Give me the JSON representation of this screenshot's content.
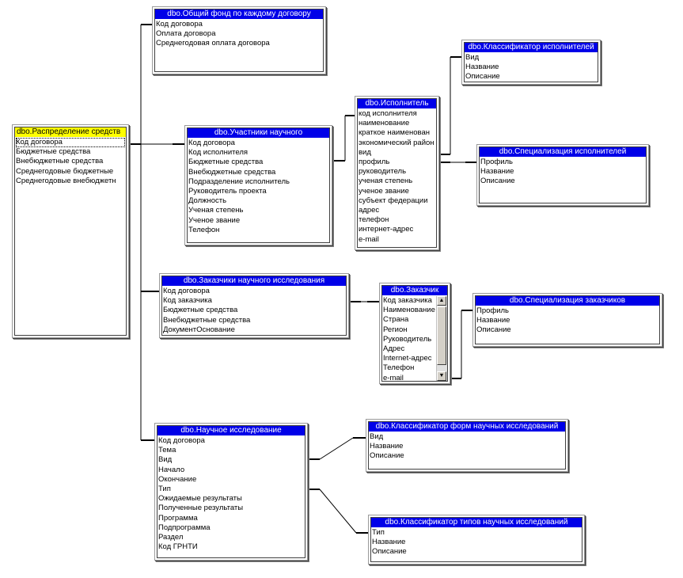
{
  "colors": {
    "title_blue": "#0000e8",
    "title_yellow": "#ffff00",
    "line": "#000000"
  },
  "tables": {
    "raspredelenie": {
      "title": "dbo.Распределение средств",
      "fields": [
        "Код договора",
        "Бюджетные средства",
        "Внебюджетные средства",
        "Среднегодовые бюджетные",
        "Среднегодовые внебюджетн"
      ]
    },
    "obshchiy_fond": {
      "title": "dbo.Общий фонд по каждому договору",
      "fields": [
        "Код договора",
        "Оплата договора",
        "Среднегодовая оплата договора"
      ]
    },
    "uchastniki": {
      "title": "dbo.Участники научного",
      "fields": [
        "Код договора",
        "Код исполнителя",
        "Бюджетные средства",
        "Внебюджетные средства",
        "Подразделение исполнитель",
        "Руководитель проекта",
        "Должность",
        "Ученая степень",
        "Ученое звание",
        "Телефон"
      ]
    },
    "ispolnitel": {
      "title": "dbo.Исполнитель",
      "fields": [
        "код исполнителя",
        "наименование",
        "краткое наименован",
        "экономический район",
        "вид",
        "профиль",
        "руководитель",
        "ученая степень",
        "ученое звание",
        "субъект федерации",
        "адрес",
        "телефон",
        "интернет-адрес",
        "e-mail"
      ]
    },
    "klassifikator_ispolniteley": {
      "title": "dbo.Классификатор исполнителей",
      "fields": [
        "Вид",
        "Название",
        "Описание"
      ]
    },
    "specializaciya_ispolniteley": {
      "title": "dbo.Специализация исполнителей",
      "fields": [
        "Профиль",
        "Название",
        "Описание"
      ]
    },
    "zakazchiki": {
      "title": "dbo.Заказчики научного исследования",
      "fields": [
        "Код договора",
        "Код заказчика",
        "Бюджетные средства",
        "Внебюджетные средства",
        "ДокументОснование"
      ]
    },
    "zakazchik": {
      "title": "dbo.Заказчик",
      "fields": [
        "Код заказчика",
        "Наименование",
        "Страна",
        "Регион",
        "Руководитель",
        "Адрес",
        "Internet-адрес",
        "Телефон",
        "e-mail"
      ]
    },
    "specializaciya_zakazchikov": {
      "title": "dbo.Специализация заказчиков",
      "fields": [
        "Профиль",
        "Название",
        "Описание"
      ]
    },
    "nauchnoe": {
      "title": "dbo.Научное исследование",
      "fields": [
        "Код договора",
        "Тема",
        "Вид",
        "Начало",
        "Окончание",
        "Тип",
        "Ожидаемые результаты",
        "Полученные результаты",
        "Программа",
        "Подпрограмма",
        "Раздел",
        "Код ГРНТИ"
      ]
    },
    "klassifikator_form": {
      "title": "dbo.Классификатор форм научных исследований",
      "fields": [
        "Вид",
        "Название",
        "Описание"
      ]
    },
    "klassifikator_tipov": {
      "title": "dbo.Классификатор типов научных исследований",
      "fields": [
        "Тип",
        "Название",
        "Описание"
      ]
    }
  }
}
